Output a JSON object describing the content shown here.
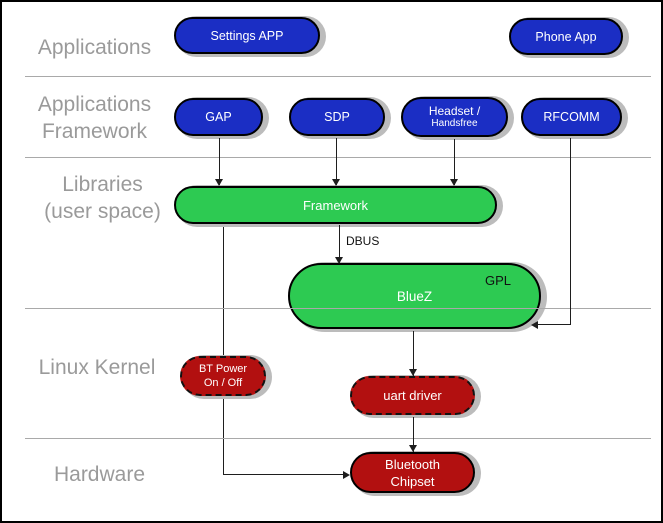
{
  "diagram": {
    "title_none": "",
    "layers": {
      "applications": "Applications",
      "applications_framework": "Applications\nFramework",
      "libraries": "Libraries\n(user space)",
      "linux_kernel": "Linux Kernel",
      "hardware": "Hardware"
    },
    "nodes": {
      "settings_app": "Settings APP",
      "phone_app": "Phone App",
      "gap": "GAP",
      "sdp": "SDP",
      "headset_line1": "Headset /",
      "headset_line2": "Handsfree",
      "rfcomm": "RFCOMM",
      "framework": "Framework",
      "bluez": "BlueZ",
      "gpl_note": "GPL",
      "bt_power": "BT Power\nOn / Off",
      "uart_driver": "uart driver",
      "bluetooth_chipset": "Bluetooth\nChipset"
    },
    "edge_labels": {
      "dbus": "DBUS"
    },
    "edges": [
      {
        "from": "GAP",
        "to": "Framework"
      },
      {
        "from": "SDP",
        "to": "Framework"
      },
      {
        "from": "Headset / Handsfree",
        "to": "Framework"
      },
      {
        "from": "Framework",
        "to": "BlueZ",
        "label": "DBUS"
      },
      {
        "from": "RFCOMM",
        "to": "BlueZ"
      },
      {
        "from": "Framework",
        "to": "Bluetooth Chipset"
      },
      {
        "from": "BlueZ",
        "to": "uart driver"
      },
      {
        "from": "uart driver",
        "to": "Bluetooth Chipset"
      }
    ],
    "colors": {
      "app_node_blue": "#1b2ec4",
      "library_node_green": "#2dca52",
      "kernel_node_red": "#b21010",
      "node_shadow": "#bcbcbc",
      "layer_label_gray": "#9a9a9a",
      "separator_gray": "#a9a9a9"
    }
  }
}
